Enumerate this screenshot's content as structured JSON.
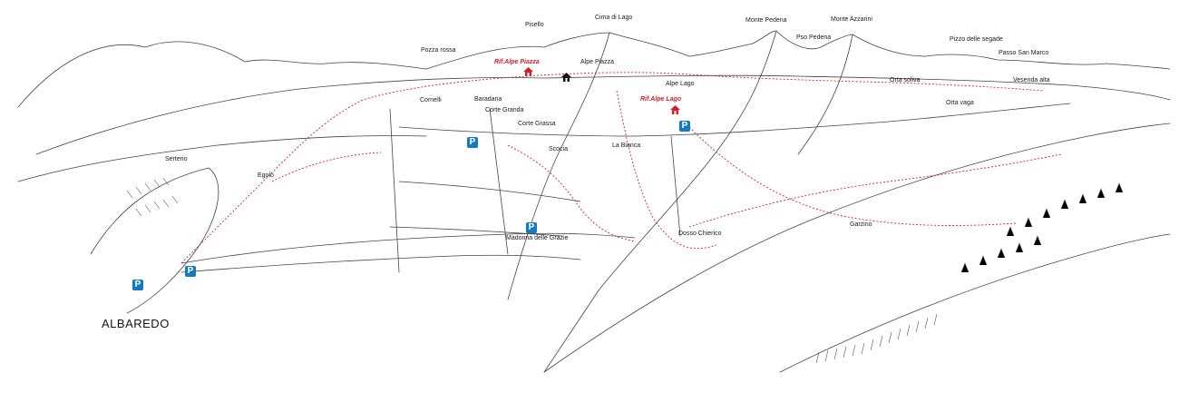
{
  "colors": {
    "line": "#333333",
    "trail": "#d0202a",
    "hut": "#d0202a",
    "parking": "#1479bf"
  },
  "peaks": {
    "pisello": "Pisello",
    "cima_di_lago": "Cima di Lago",
    "monte_pedena": "Monte Pedena",
    "monte_azzarini": "Monte Azzarini",
    "pso_pedena": "Pso Pedena",
    "pizzo_delle_segade": "Pizzo delle segade",
    "passo_san_marco": "Passo San Marco"
  },
  "places": {
    "pozza_rossa": "Pozza rossa",
    "alpe_piazza": "Alpe Piazza",
    "alpe_lago": "Alpe Lago",
    "orta_soliva": "Orta soliva",
    "vesenda_alta": "Vesenda alta",
    "orta_vaga": "Orta vaga",
    "cornelli": "Cornelli",
    "baradana": "Baradana",
    "corte_granda": "Corte Granda",
    "corte_grassa": "Corte Grassa",
    "scocia": "Scocia",
    "la_bianca": "La Bianca",
    "serterio": "Serterio",
    "egolo": "Egolo",
    "madonna_delle_grazie": "Madonna delle Grazie",
    "dosso_chierico": "Dosso Chierico",
    "garzino": "Garzino",
    "town": "ALBAREDO"
  },
  "huts": {
    "rif_alpe_piazza": "Rif.Alpe Piazza",
    "rif_alpe_lago": "Rif.Alpe Lago"
  },
  "parking_symbol": "P"
}
